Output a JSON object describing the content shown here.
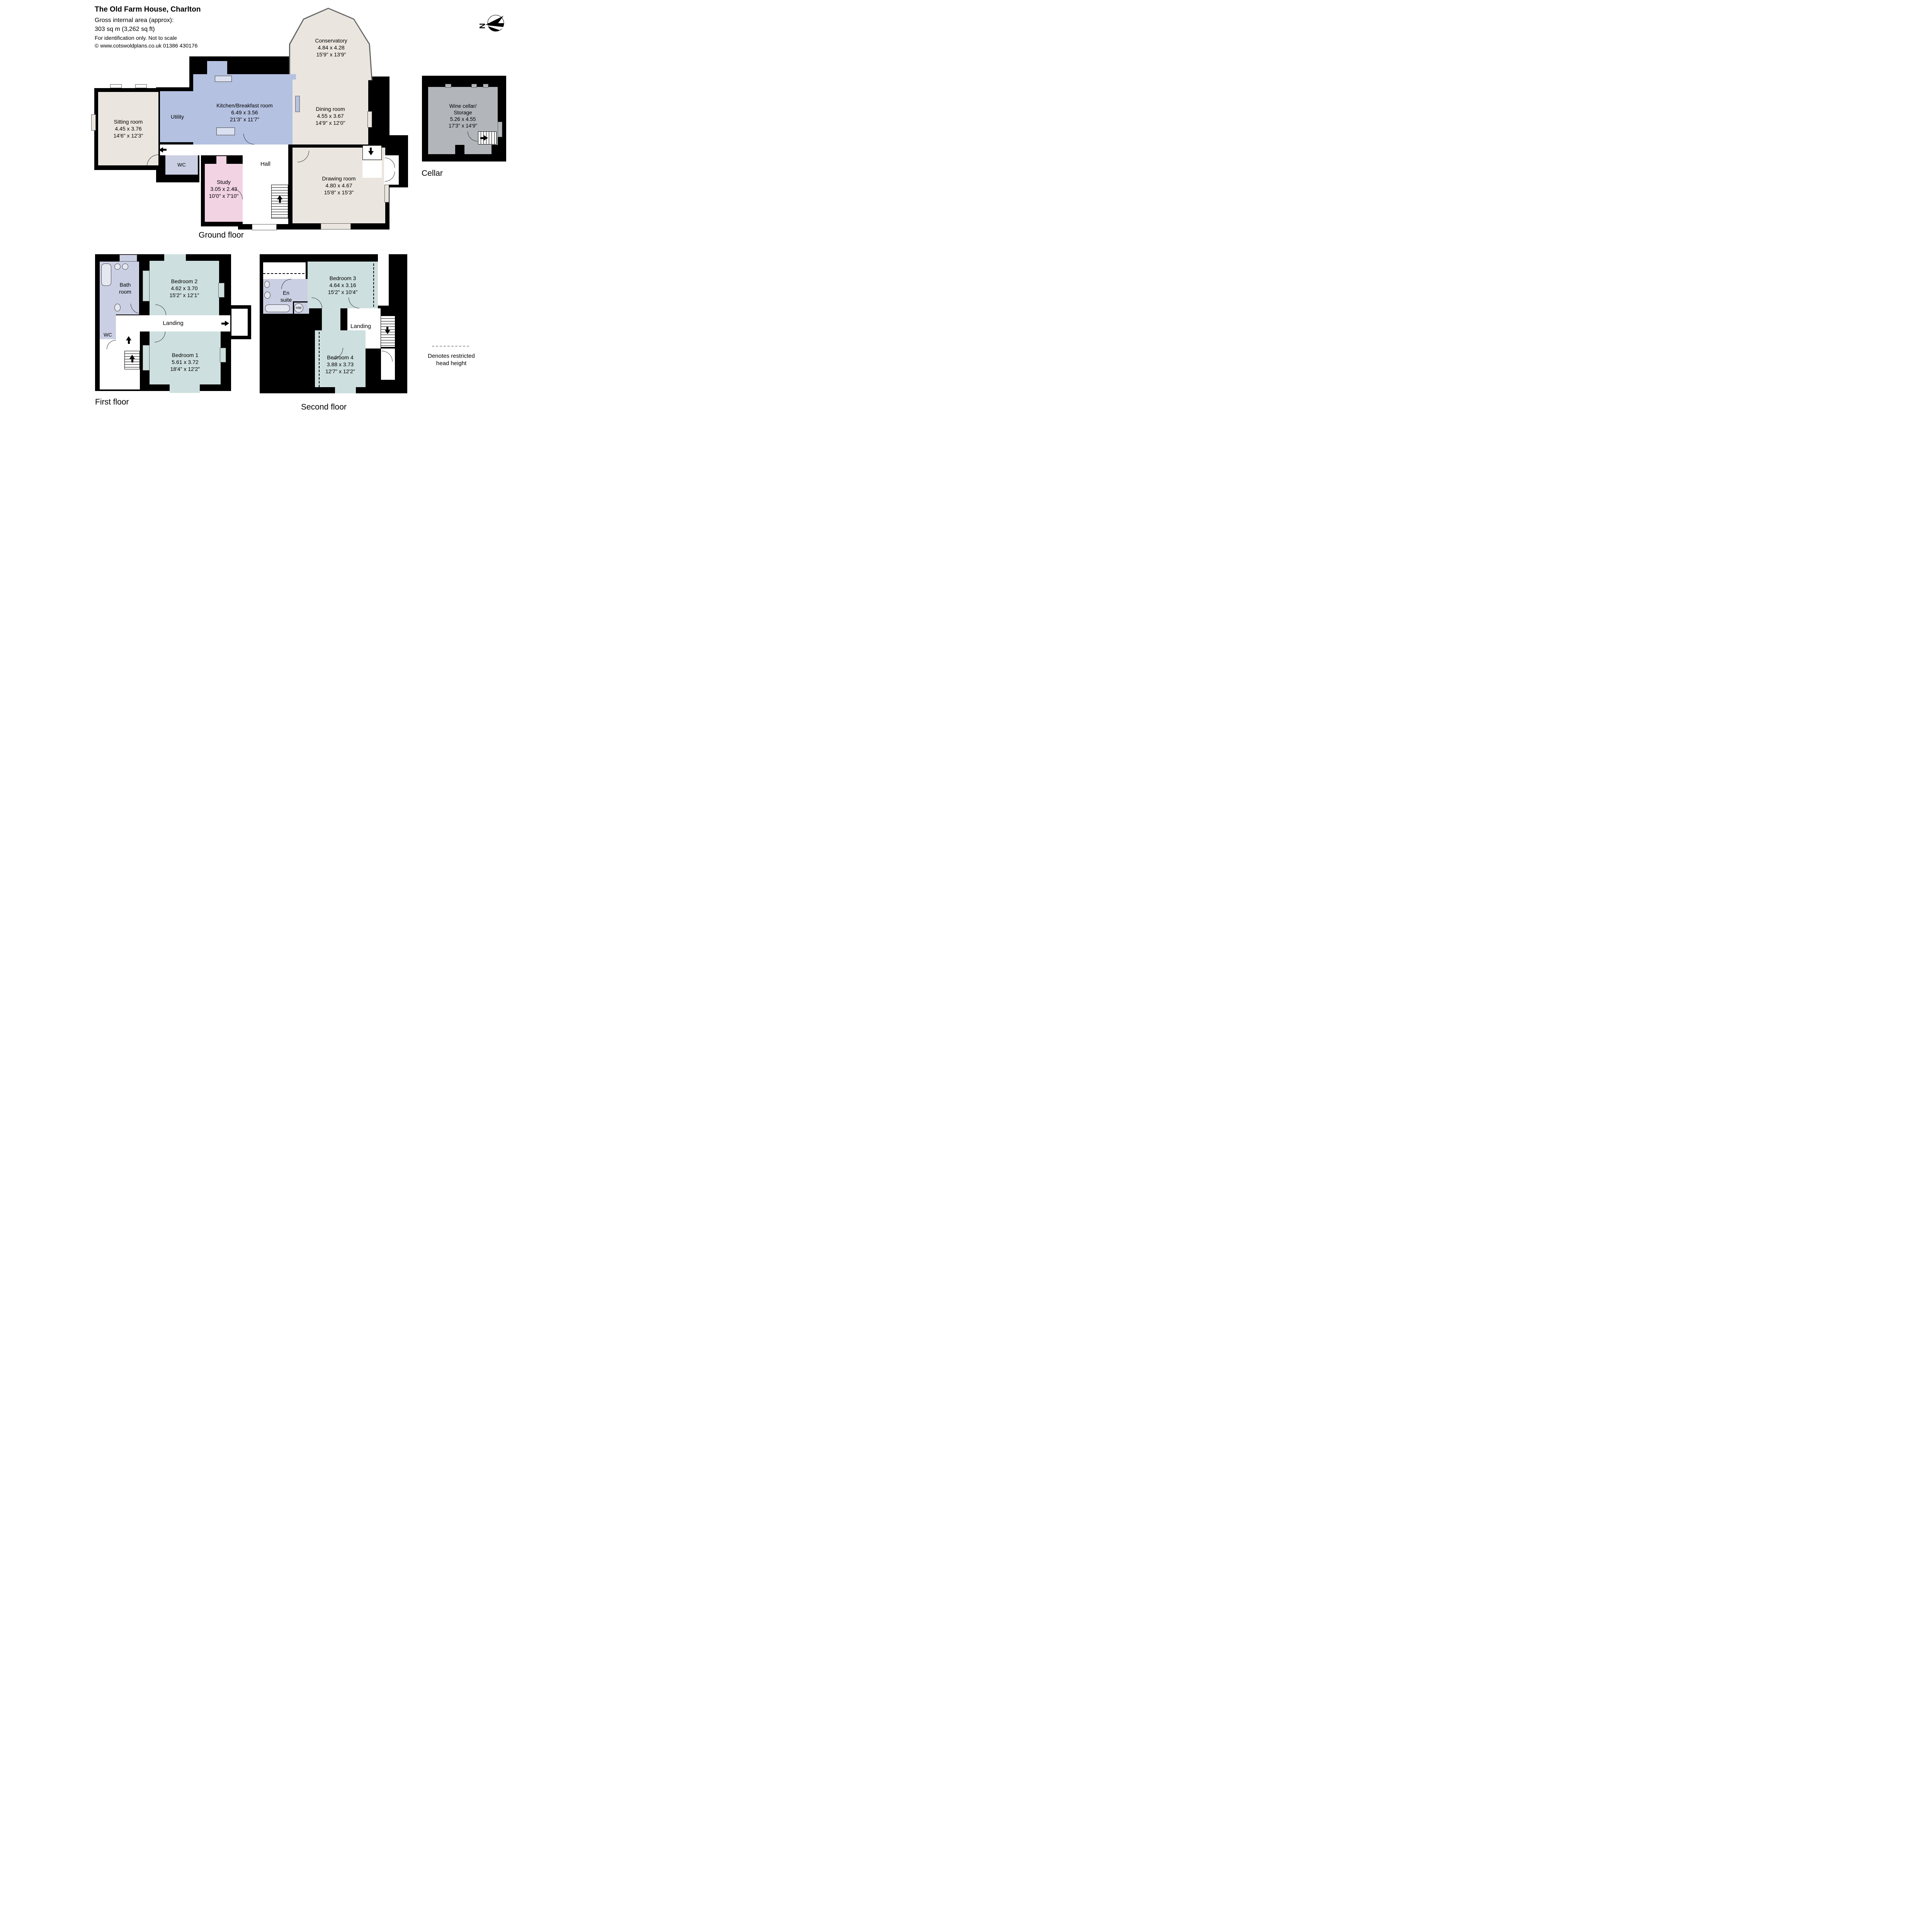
{
  "title_block": {
    "title": "The Old Farm House, Charlton",
    "area_line": "Gross internal area (approx):",
    "area_value": "303 sq m (3,262 sq ft)",
    "disclaimer": "For identification only. Not to scale",
    "copyright": "© www.cotswoldplans.co.uk 01386 430176"
  },
  "compass": {
    "north_label": "N"
  },
  "legend": {
    "lines": [
      "Denotes restricted",
      "head height"
    ]
  },
  "floors": {
    "ground": {
      "label": "Ground floor",
      "rooms": {
        "sitting": {
          "lines": [
            "Sitting room",
            "4.45 x 3.76",
            "14'6\" x 12'3\""
          ]
        },
        "utility": {
          "lines": [
            "Utility"
          ]
        },
        "kitchen": {
          "lines": [
            "Kitchen/Breakfast room",
            "6.49 x 3.56",
            "21'3\" x 11'7\""
          ]
        },
        "conservatory": {
          "lines": [
            "Conservatory",
            "4.84 x 4.28",
            "15'9\" x 13'9\""
          ]
        },
        "dining": {
          "lines": [
            "Dining room",
            "4.55 x 3.67",
            "14'9\" x 12'0\""
          ]
        },
        "drawing": {
          "lines": [
            "Drawing room",
            "4.80 x 4.67",
            "15'8\" x 15'3\""
          ]
        },
        "study": {
          "lines": [
            "Study",
            "3.05 x 2.43",
            "10'0\" x 7'10\""
          ]
        },
        "hall": {
          "lines": [
            "Hall"
          ]
        },
        "wc": {
          "lines": [
            "WC"
          ]
        }
      }
    },
    "first": {
      "label": "First floor",
      "rooms": {
        "bathroom": {
          "lines": [
            "Bath",
            "room"
          ]
        },
        "bedroom2": {
          "lines": [
            "Bedroom 2",
            "4.62 x 3.70",
            "15'2\" x 12'1\""
          ]
        },
        "landing": {
          "lines": [
            "Landing"
          ]
        },
        "wc": {
          "lines": [
            "WC"
          ]
        },
        "bedroom1": {
          "lines": [
            "Bedroom 1",
            "5.61 x 3.72",
            "18'4\" x 12'2\""
          ]
        }
      }
    },
    "second": {
      "label": "Second floor",
      "rooms": {
        "ensuite": {
          "lines": [
            "En",
            "suite"
          ]
        },
        "hw": {
          "label": "HW"
        },
        "bedroom3": {
          "lines": [
            "Bedroom 3",
            "4.64 x 3.16",
            "15'2\" x 10'4\""
          ]
        },
        "landing": {
          "lines": [
            "Landing"
          ]
        },
        "bedroom4": {
          "lines": [
            "Bedroom 4",
            "3.88 x 3.73",
            "12'7\" x 12'2\""
          ]
        }
      }
    },
    "cellar": {
      "label": "Cellar",
      "rooms": {
        "wine": {
          "lines": [
            "Wine cellar/",
            "Storage",
            "5.26 x 4.55",
            "17'3\" x 14'9\""
          ]
        }
      }
    }
  },
  "colors": {
    "wall": "#000000",
    "cream": "#eae6df",
    "periwinkle": "#b5c1e1",
    "pink": "#f1d3e3",
    "lavender": "#cbcfe3",
    "teal": "#cddfde",
    "gray": "#b2b6ba",
    "background": "#ffffff"
  }
}
